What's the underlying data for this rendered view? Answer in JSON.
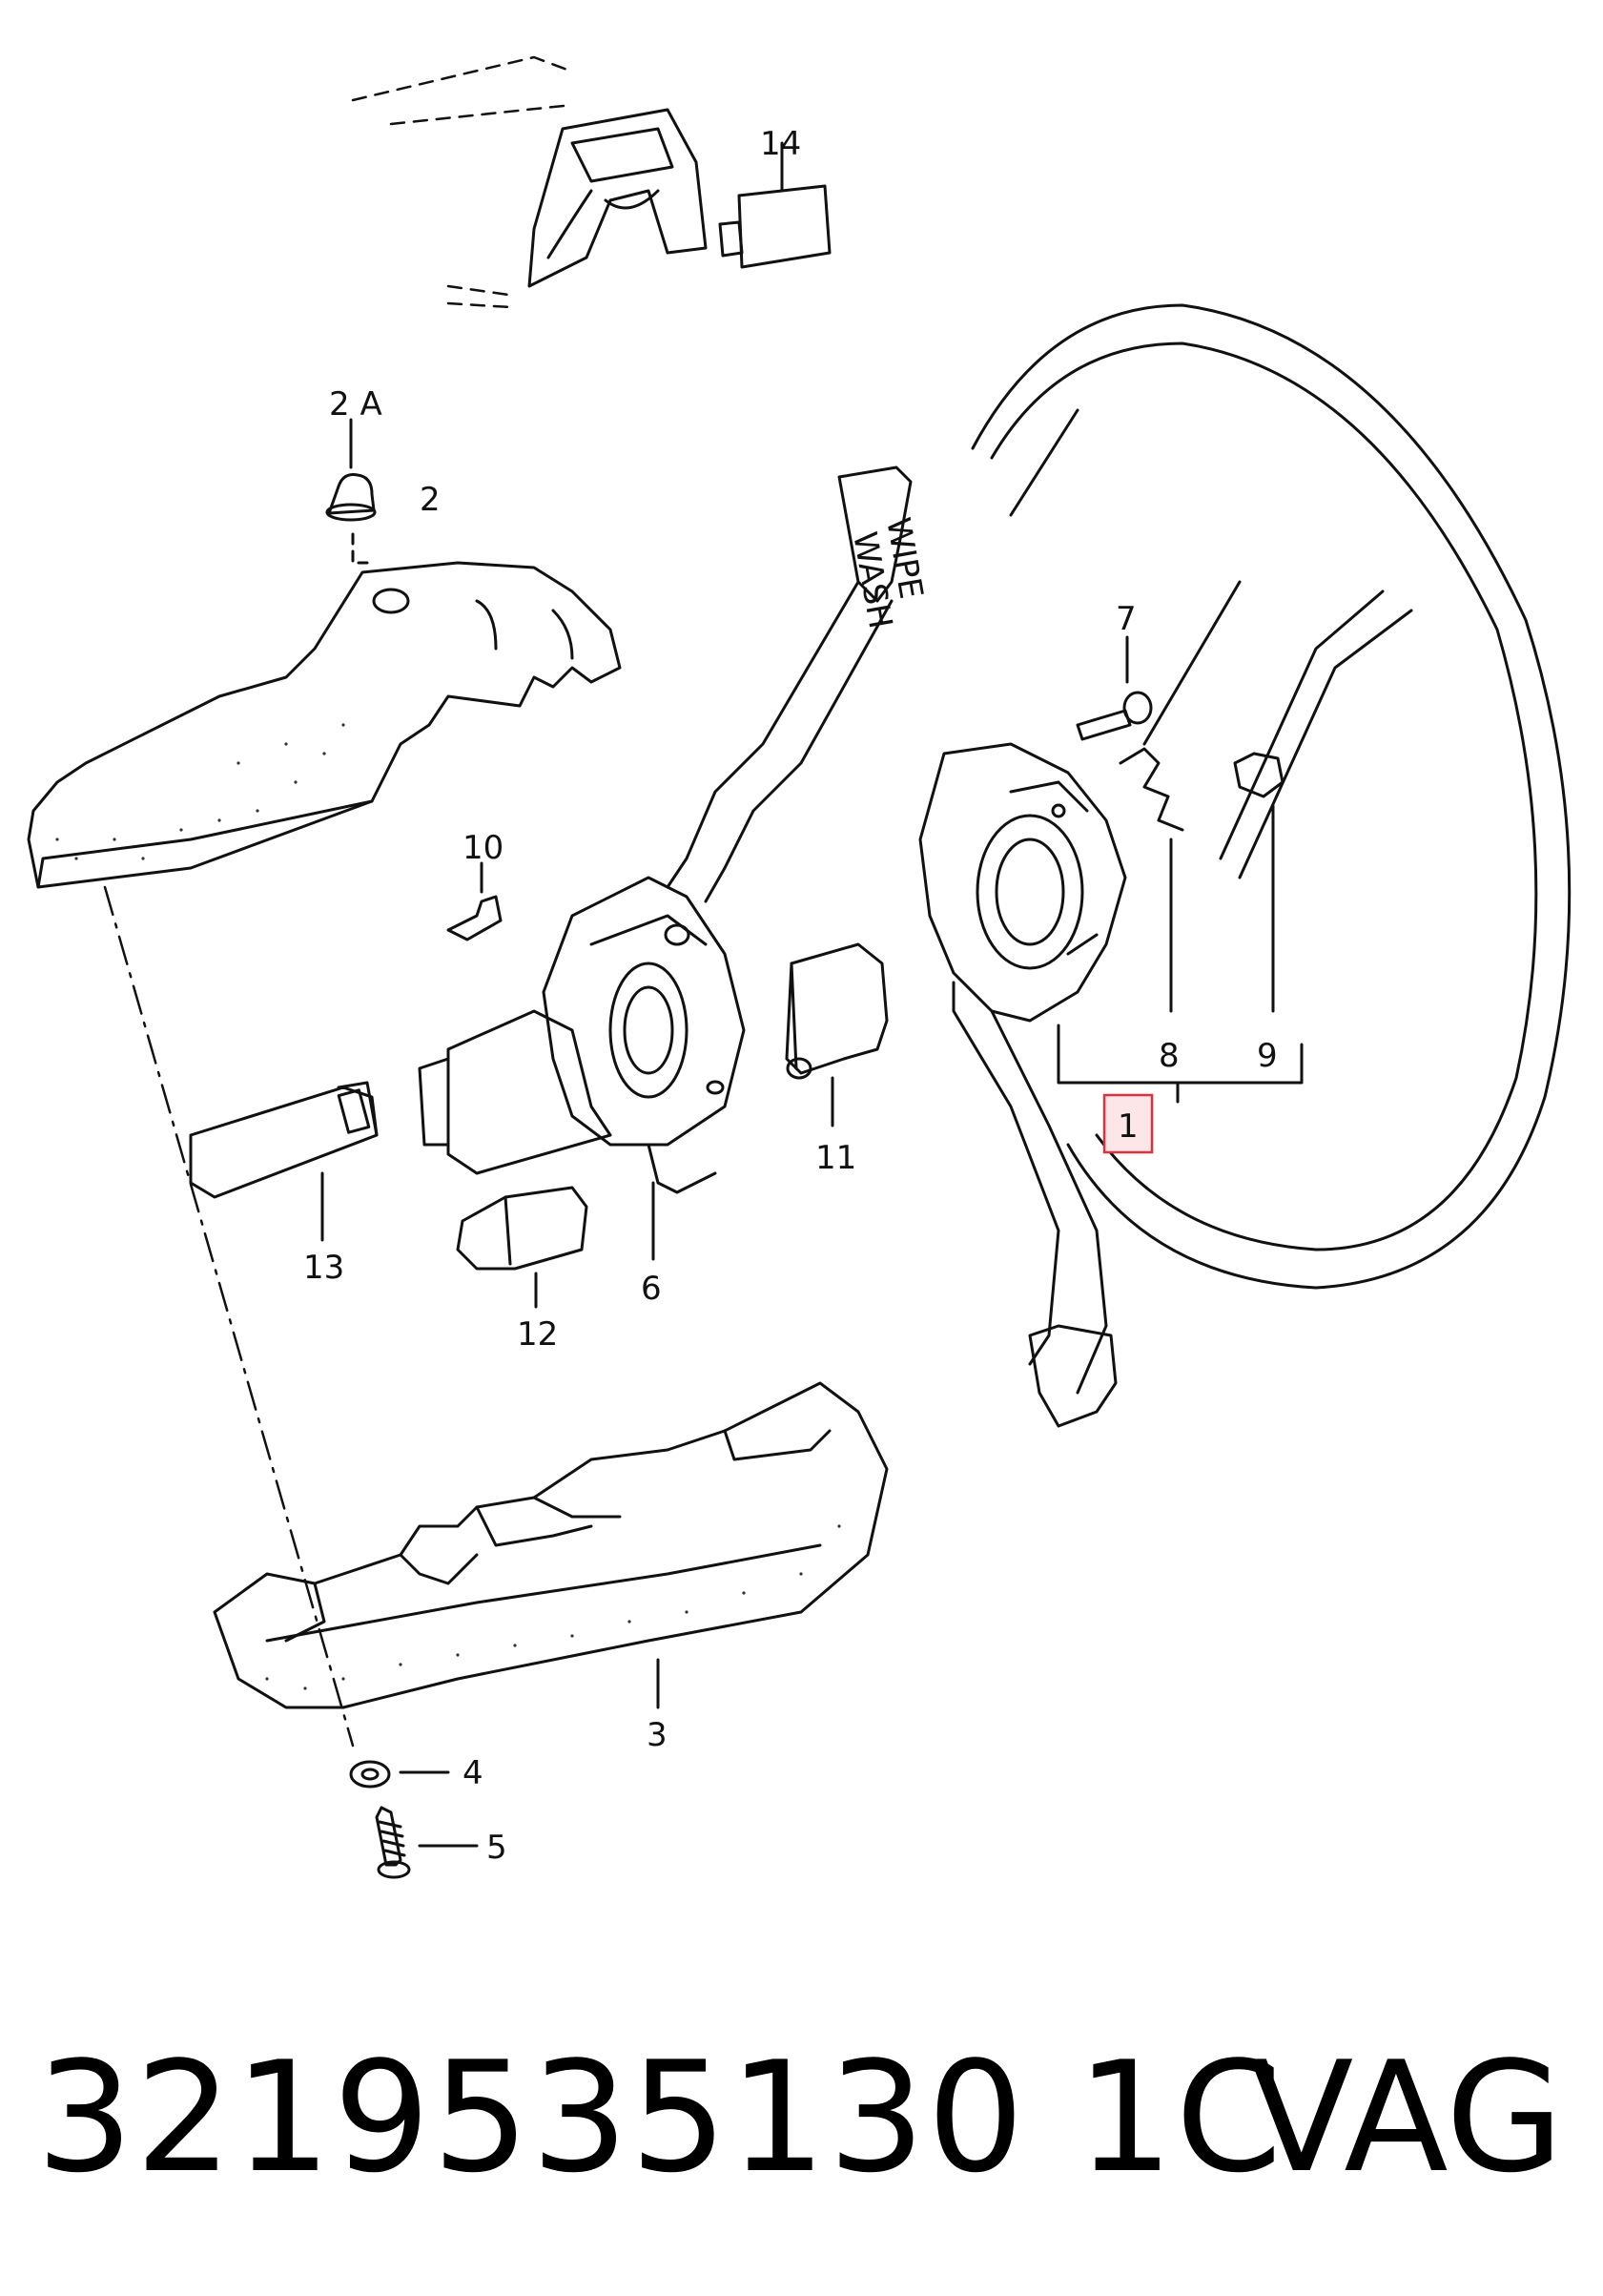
{
  "diagram": {
    "labels": {
      "p14": "14",
      "p2a": "2 A",
      "p2": "2",
      "p10": "10",
      "p7": "7",
      "p8": "8",
      "p9": "9",
      "p1": "1",
      "p11": "11",
      "p13": "13",
      "p6": "6",
      "p12": "12",
      "p3": "3",
      "p4": "4",
      "p5": "5"
    },
    "lever_text": {
      "wash": "WASH",
      "wipe": "WIPE"
    },
    "highlight_color": "#e0303c",
    "highlight_fill": "#fde6e8"
  },
  "footer": {
    "part_number": "3219535130 1C",
    "brand": "VAG"
  }
}
